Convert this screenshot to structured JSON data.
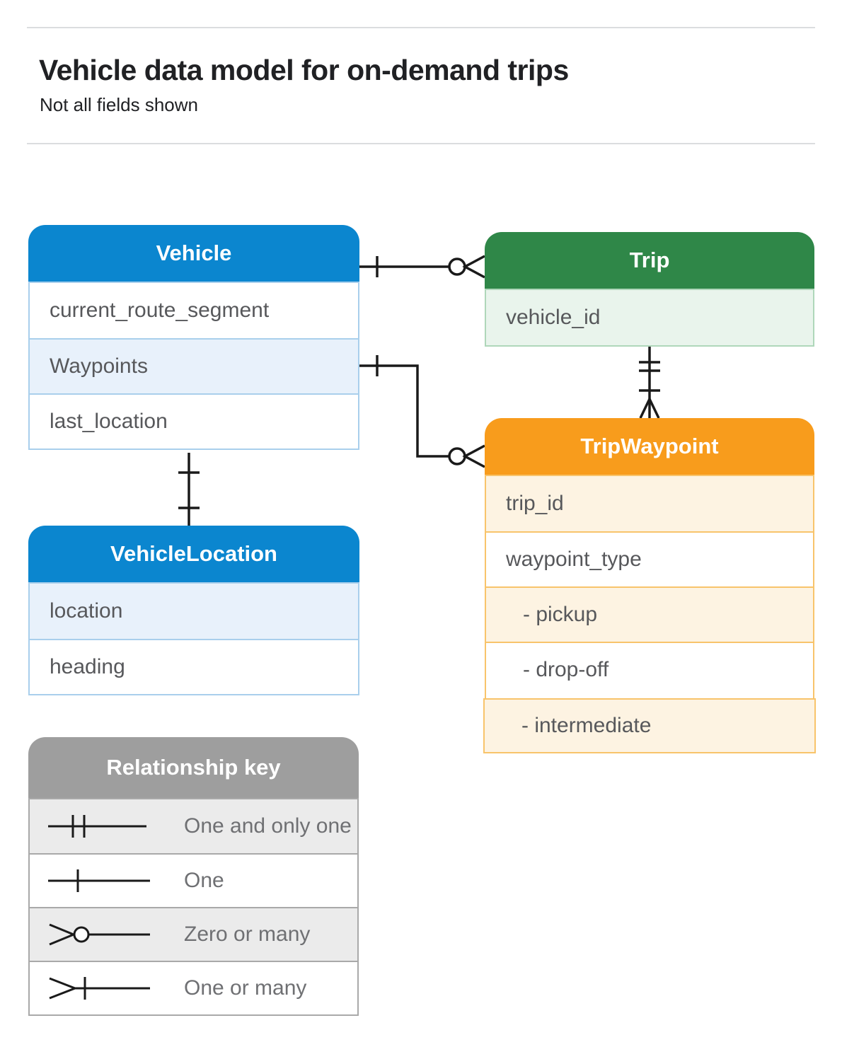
{
  "page": {
    "title": "Vehicle data model for on-demand trips",
    "subtitle": "Not all fields shown"
  },
  "colors": {
    "blue": "#0B86CF",
    "blue_tint": "#E8F1FB",
    "blue_border": "#A9CFEC",
    "green": "#2F8748",
    "green_tint": "#E9F4EC",
    "green_border": "#AFD7BA",
    "orange": "#F89C1C",
    "orange_tint": "#FDF3E2",
    "orange_border": "#F8C46B",
    "gray": "#9E9E9E",
    "gray_tint": "#EBEBEB",
    "gray_border": "#A9A9A9",
    "line": "#1A1A1A",
    "text": "#57585B",
    "legend_text": "#6F7073",
    "title_text": "#202124",
    "divider": "#DBDDDF"
  },
  "entities": {
    "vehicle": {
      "title": "Vehicle",
      "fields": [
        "current_route_segment",
        "Waypoints",
        "last_location"
      ]
    },
    "trip": {
      "title": "Trip",
      "fields": [
        "vehicle_id"
      ]
    },
    "trip_waypoint": {
      "title": "TripWaypoint",
      "fields": [
        "trip_id",
        "waypoint_type",
        "- pickup",
        "- drop-off",
        "- intermediate"
      ]
    },
    "vehicle_location": {
      "title": "VehicleLocation",
      "fields": [
        "location",
        "heading"
      ]
    }
  },
  "relationships": [
    {
      "from": "Vehicle",
      "to": "Trip",
      "from_end": "one",
      "to_end": "zero-or-many"
    },
    {
      "from": "Vehicle.Waypoints",
      "to": "TripWaypoint",
      "from_end": "one",
      "to_end": "zero-or-many"
    },
    {
      "from": "Trip",
      "to": "TripWaypoint",
      "from_end": "one-and-only-one",
      "to_end": "one-or-many"
    },
    {
      "from": "Vehicle",
      "to": "VehicleLocation",
      "from_end": "one",
      "to_end": "one"
    }
  ],
  "legend": {
    "title": "Relationship key",
    "items": [
      {
        "symbol": "one-and-only-one",
        "label": "One and only one"
      },
      {
        "symbol": "one",
        "label": "One"
      },
      {
        "symbol": "zero-or-many",
        "label": "Zero or many"
      },
      {
        "symbol": "one-or-many",
        "label": "One or many"
      }
    ]
  }
}
